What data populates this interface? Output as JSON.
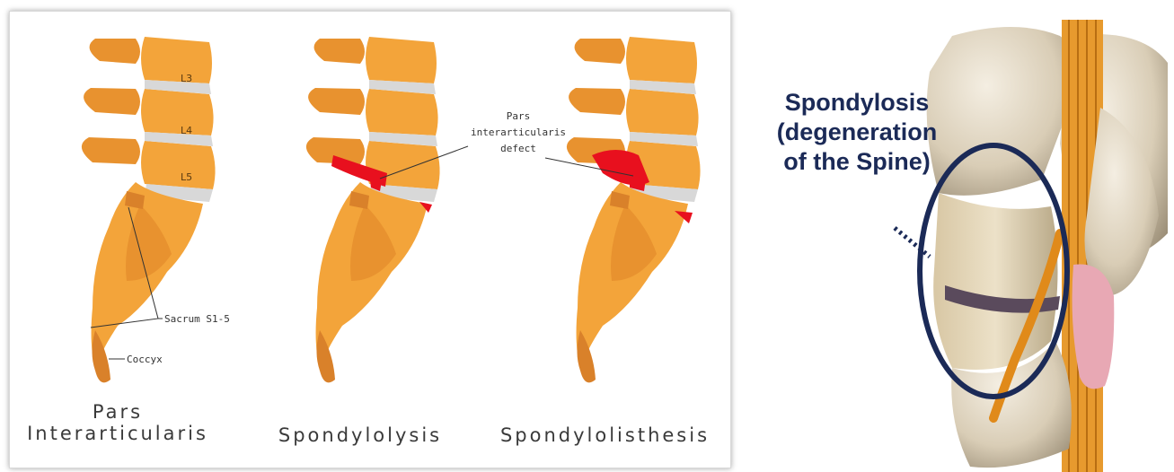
{
  "left_figure": {
    "vertebra_labels": [
      "L3",
      "L4",
      "L5"
    ],
    "callouts": {
      "sacrum": "Sacrum S1-5",
      "coccyx": "Coccyx",
      "pars_defect_line1": "Pars",
      "pars_defect_line2": "interarticularis",
      "pars_defect_line3": "defect"
    },
    "captions": {
      "pars_line1": "Pars",
      "pars_line2": "Interarticularis",
      "spondylolysis": "Spondylolysis",
      "spondylolisthesis": "Spondylolisthesis"
    }
  },
  "right_figure": {
    "title_line1": "Spondylosis",
    "title_line2": "(degeneration",
    "title_line3": "of the Spine)"
  },
  "colors": {
    "bone": "#f3a43a",
    "bone_dark": "#d9812a",
    "disc": "#d8d8d8",
    "defect": "#e8101e",
    "title": "#1b2a57"
  }
}
